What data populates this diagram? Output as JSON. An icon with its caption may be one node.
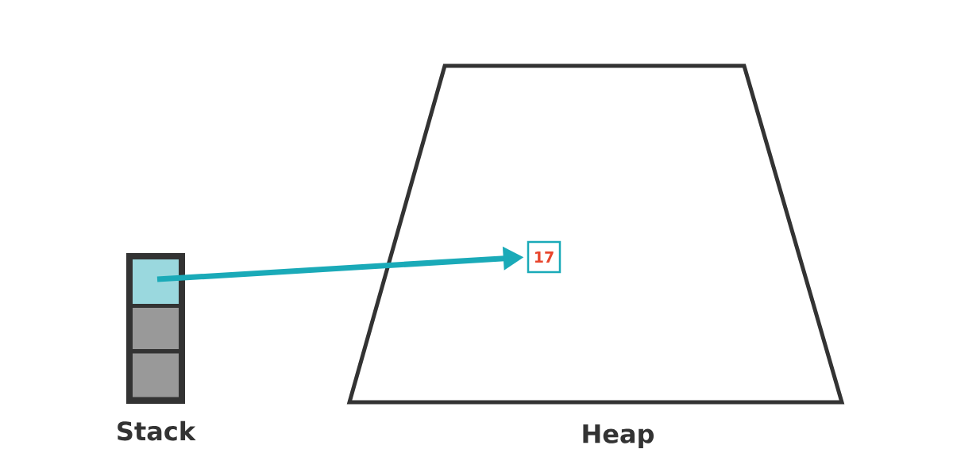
{
  "diagram": {
    "nodes": [
      {
        "text": [
          "Stack"
        ]
      },
      {
        "text": [],
        "shape": "box",
        "in": 0
      },
      {
        "text": [],
        "shape": "box",
        "in": 0
      },
      {
        "text": [],
        "shape": "box",
        "in": 0
      },
      {
        "text": [
          "Heap"
        ]
      },
      {
        "text": [
          "17"
        ],
        "in": 4
      }
    ],
    "edges": [
      {
        "from": 1,
        "to": 5,
        "arrow": "to"
      }
    ]
  }
}
